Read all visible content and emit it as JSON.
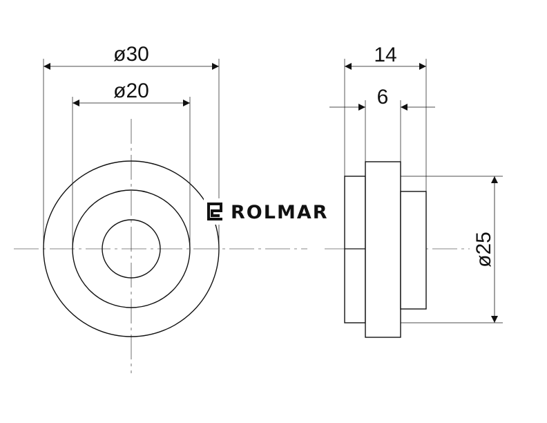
{
  "brand": {
    "name": "ROLMAR",
    "icon": "rolmar-logo-icon"
  },
  "dimensions": {
    "outer_diameter": "ø30",
    "inner_diameter": "ø20",
    "total_width": "14",
    "flange_width": "6",
    "side_diameter": "ø25"
  },
  "colors": {
    "line": "#111111",
    "background": "#ffffff"
  }
}
